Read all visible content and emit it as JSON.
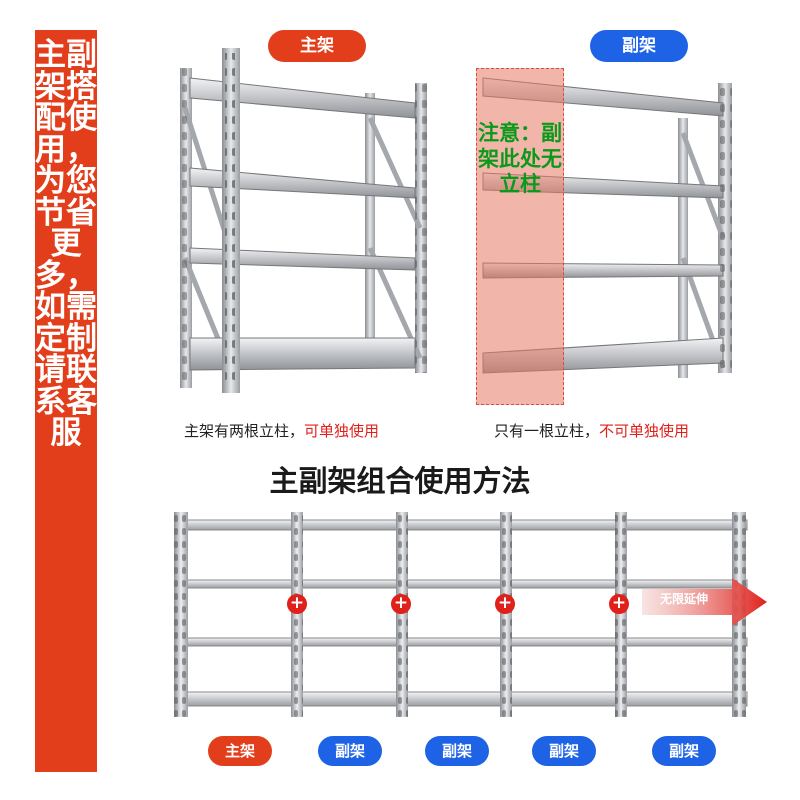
{
  "side_banner": {
    "text": "主副架搭配使用，为您节省更多，如需定制请联系客服"
  },
  "top": {
    "main_label": "主架",
    "sub_label": "副架",
    "main_caption": {
      "plain": "主架有两根立柱，",
      "highlight": "可单独使用"
    },
    "sub_caption": {
      "plain": "只有一根立柱，",
      "highlight": "不可单独使用"
    },
    "note": "注意：副架此处无立柱"
  },
  "section_title": "主副架组合使用方法",
  "bottom": {
    "extend_label": "无限延伸",
    "plus_symbol": "+",
    "labels": [
      "主架",
      "副架",
      "副架",
      "副架",
      "副架"
    ]
  },
  "colors": {
    "red": "#e23e1b",
    "blue": "#1e63e6",
    "note_green": "#0a9a19",
    "highlight_red": "#e0201b"
  }
}
